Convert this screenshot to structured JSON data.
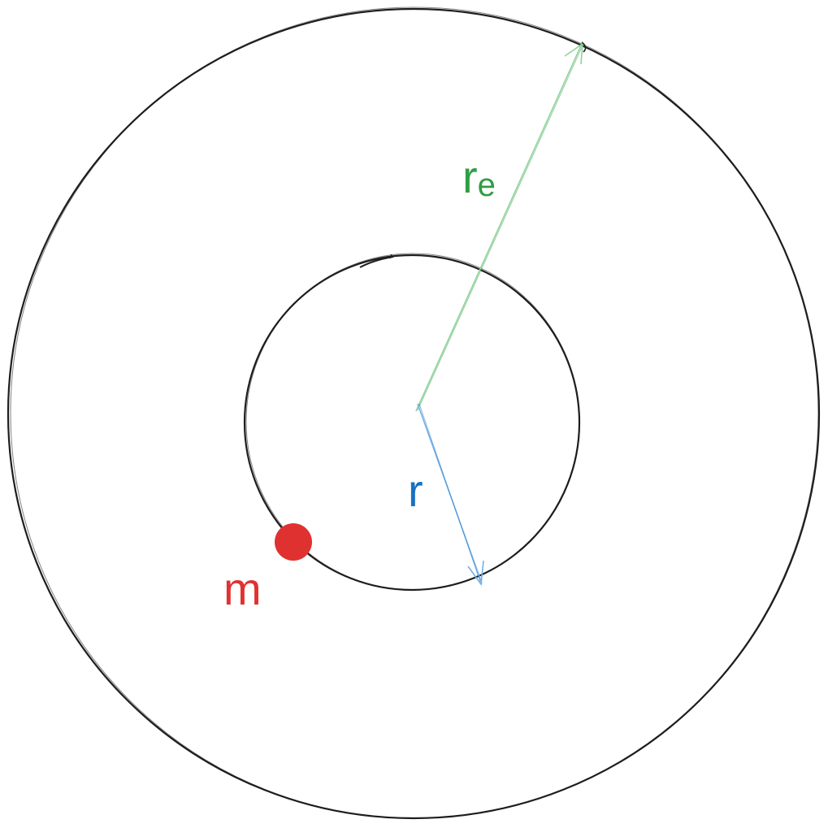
{
  "labels": {
    "mass": "m",
    "radius": "r",
    "radius_e_base": "r",
    "radius_e_subscript": "e"
  },
  "colors": {
    "background": "#ffffff",
    "circle_stroke": "#1e1e1e",
    "mass": "#e03131",
    "radius": "#1971c2",
    "radius_e": "#2f9e44",
    "radius_e_arrow": "#8fd49b",
    "radius_arrow": "#74b0e6"
  }
}
